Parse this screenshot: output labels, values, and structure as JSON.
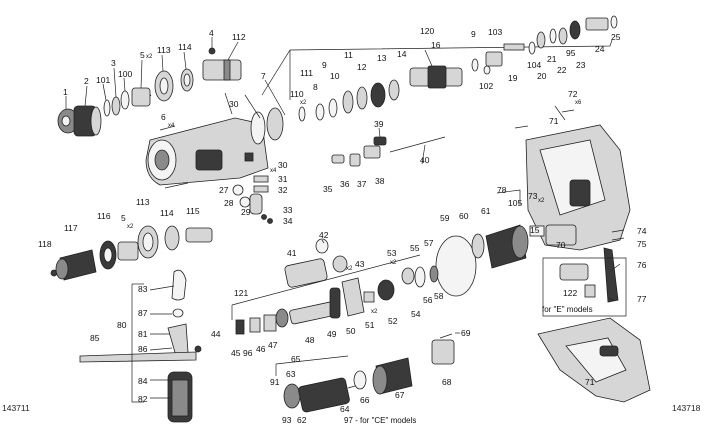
{
  "references": {
    "left": "143711",
    "right": "143718"
  },
  "captions": {
    "e_models": "for \"E\" models",
    "ce_models": "97 - for \"CE\" models"
  },
  "multipliers": {
    "m1": "x2",
    "m2": "x2",
    "m3": "x2",
    "m4": "x2",
    "m5": "x2",
    "m6": "x4",
    "m7": "x4",
    "m8": "x6",
    "m9": "x2",
    "m10": "x2",
    "m11": "x2",
    "m12": "x2",
    "m13": "x6",
    "m14": "x2",
    "m15": "x2"
  },
  "labels": {
    "p120": "120",
    "p1": "1",
    "p2": "2",
    "p101": "101",
    "p3": "3",
    "p100": "100",
    "p5a": "5",
    "p113a": "113",
    "p114a": "114",
    "p4": "4",
    "p112": "112",
    "p7": "7",
    "p6": "6",
    "p30a": "30",
    "p111": "111",
    "p110": "110",
    "p8": "8",
    "p9a": "9",
    "p10": "10",
    "p11": "11",
    "p12": "12",
    "p13": "13",
    "p14": "14",
    "p16": "16",
    "p9b": "9",
    "p103": "103",
    "p102": "102",
    "p19": "19",
    "p104": "104",
    "p20": "20",
    "p21": "21",
    "p22": "22",
    "p95": "95",
    "p23": "23",
    "p24": "24",
    "p25": "25",
    "p72": "72",
    "p71a": "71",
    "p39": "39",
    "p40": "40",
    "p35": "35",
    "p36": "36",
    "p37": "37",
    "p38": "38",
    "p30b": "30",
    "p31": "31",
    "p32": "32",
    "p27": "27",
    "p28": "28",
    "p29": "29",
    "p33": "33",
    "p34": "34",
    "p118": "118",
    "p117": "117",
    "p116": "116",
    "p5b": "5",
    "p113b": "113",
    "p114b": "114",
    "p115": "115",
    "p78": "78",
    "p105": "105",
    "p73": "73",
    "p59": "59",
    "p60": "60",
    "p61": "61",
    "p15": "15",
    "p74": "74",
    "p75": "75",
    "p70": "70",
    "p76": "76",
    "p122": "122",
    "p77": "77",
    "p42": "42",
    "p41": "41",
    "p43": "43",
    "p53": "53",
    "p55": "55",
    "p57": "57",
    "p58": "58",
    "p56": "56",
    "p54": "54",
    "p121": "121",
    "p83": "83",
    "p87": "87",
    "p80": "80",
    "p81": "81",
    "p86": "86",
    "p85": "85",
    "p84": "84",
    "p82": "82",
    "p44": "44",
    "p45": "45",
    "p96": "96",
    "p46": "46",
    "p47": "47",
    "p48": "48",
    "p49": "49",
    "p50": "50",
    "p51": "51",
    "p52": "52",
    "p69": "69",
    "p68": "68",
    "p65": "65",
    "p91": "91",
    "p63": "63",
    "p93": "93",
    "p62": "62",
    "p64": "64",
    "p66": "66",
    "p67": "67",
    "p71b": "71"
  }
}
